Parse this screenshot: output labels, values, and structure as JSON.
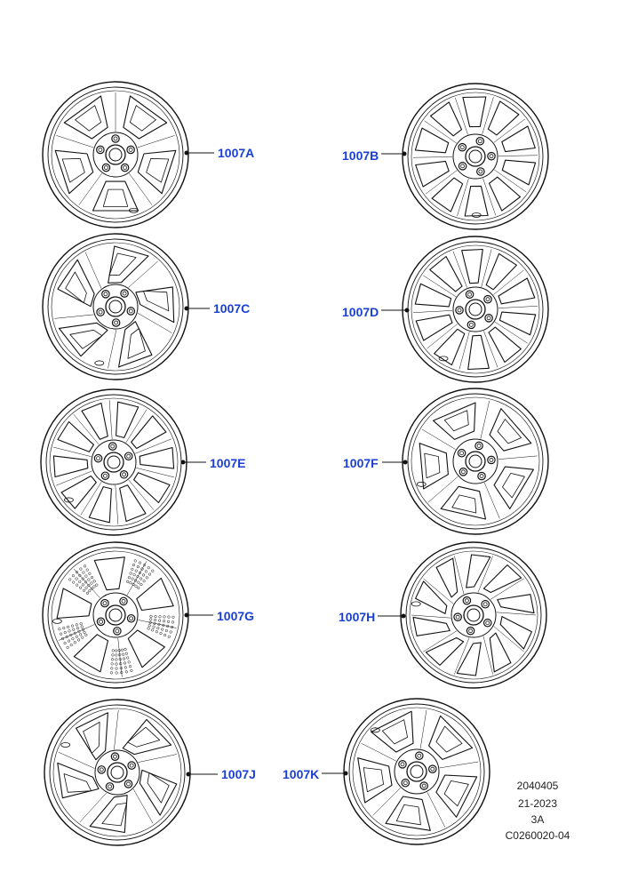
{
  "colors": {
    "callout": "#1a3fd6",
    "line": "#111111"
  },
  "wheels": [
    {
      "label": "1007A",
      "style": "twin5"
    },
    {
      "label": "1007B",
      "style": "split10"
    },
    {
      "label": "1007C",
      "style": "swirl5"
    },
    {
      "label": "1007D",
      "style": "tenSpoke"
    },
    {
      "label": "1007E",
      "style": "tenSpoke"
    },
    {
      "label": "1007F",
      "style": "hex5"
    },
    {
      "label": "1007G",
      "style": "perf5"
    },
    {
      "label": "1007H",
      "style": "swirl10"
    },
    {
      "label": "1007J",
      "style": "swirl5"
    },
    {
      "label": "1007K",
      "style": "twin5"
    }
  ],
  "info": {
    "line1": "2040405",
    "line2": "21-2023",
    "line3": "3A",
    "line4": "C0260020-04"
  }
}
